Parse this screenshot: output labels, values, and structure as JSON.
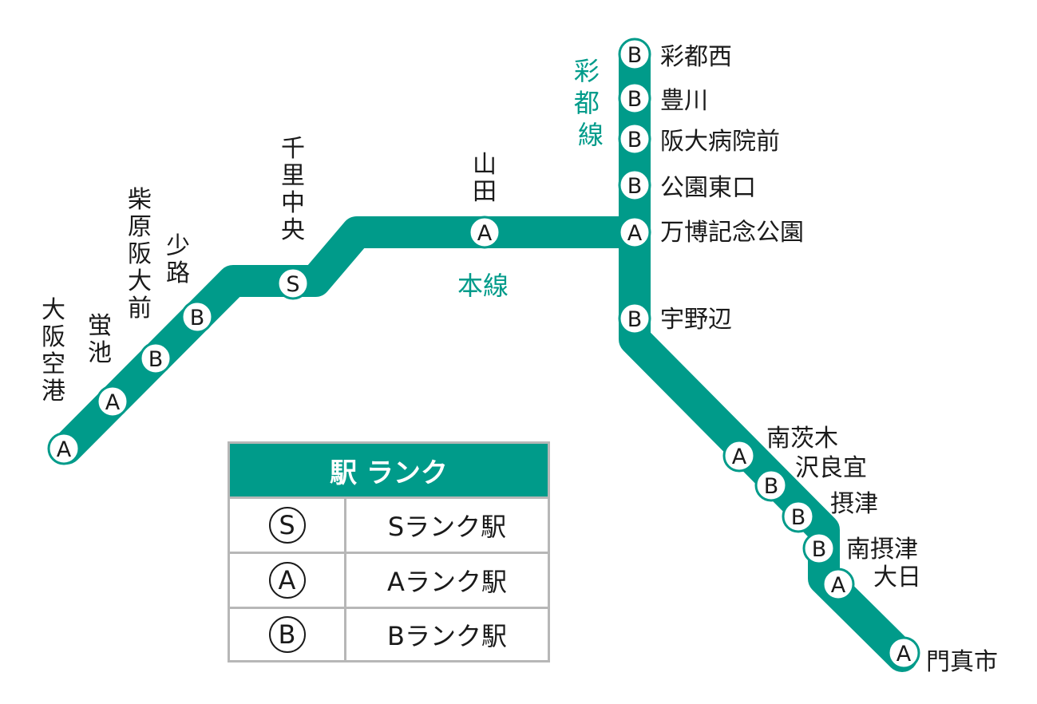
{
  "colors": {
    "line": "#009b8a",
    "station_fill": "#ffffff",
    "station_stroke": "#009b8a",
    "text": "#1a1a1a"
  },
  "lines": [
    {
      "name": "本線",
      "id": "main"
    },
    {
      "name": "彩都線",
      "id": "saito"
    }
  ],
  "stations": [
    {
      "name": "大阪空港",
      "rank": "A"
    },
    {
      "name": "蛍池",
      "rank": "A"
    },
    {
      "name": "柴原阪大前",
      "rank": "B"
    },
    {
      "name": "少路",
      "rank": "B"
    },
    {
      "name": "千里中央",
      "rank": "S"
    },
    {
      "name": "山田",
      "rank": "A"
    },
    {
      "name": "万博記念公園",
      "rank": "A"
    },
    {
      "name": "公園東口",
      "rank": "B"
    },
    {
      "name": "阪大病院前",
      "rank": "B"
    },
    {
      "name": "豊川",
      "rank": "B"
    },
    {
      "name": "彩都西",
      "rank": "B"
    },
    {
      "name": "宇野辺",
      "rank": "B"
    },
    {
      "name": "南茨木",
      "rank": "A"
    },
    {
      "name": "沢良宜",
      "rank": "B"
    },
    {
      "name": "摂津",
      "rank": "B"
    },
    {
      "name": "南摂津",
      "rank": "B"
    },
    {
      "name": "大日",
      "rank": "A"
    },
    {
      "name": "門真市",
      "rank": "A"
    }
  ],
  "legend": {
    "title": "駅 ランク",
    "rows": [
      {
        "symbol": "S",
        "label": "Sランク駅"
      },
      {
        "symbol": "A",
        "label": "Aランク駅"
      },
      {
        "symbol": "B",
        "label": "Bランク駅"
      }
    ]
  }
}
